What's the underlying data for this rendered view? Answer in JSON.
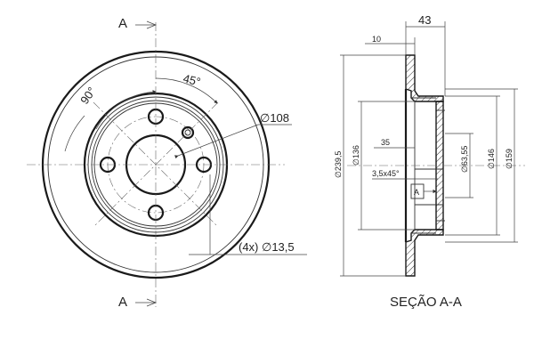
{
  "front_view": {
    "section_marker_top": "A",
    "section_marker_bottom": "A",
    "angle_45": "45°",
    "angle_90": "90°",
    "bolt_circle": "∅108",
    "holes_note": "(4x) ∅13,5"
  },
  "section_view": {
    "title": "SEÇÃO A-A",
    "dim_43": "43",
    "dim_10": "10",
    "dim_35": "35",
    "chamfer": "3,5x45°",
    "detail_marker": "A",
    "dia_239_5": "∅239,5",
    "dia_136": "∅136",
    "dia_63_55": "∅63,55",
    "dia_146": "∅146",
    "dia_159": "∅159"
  }
}
